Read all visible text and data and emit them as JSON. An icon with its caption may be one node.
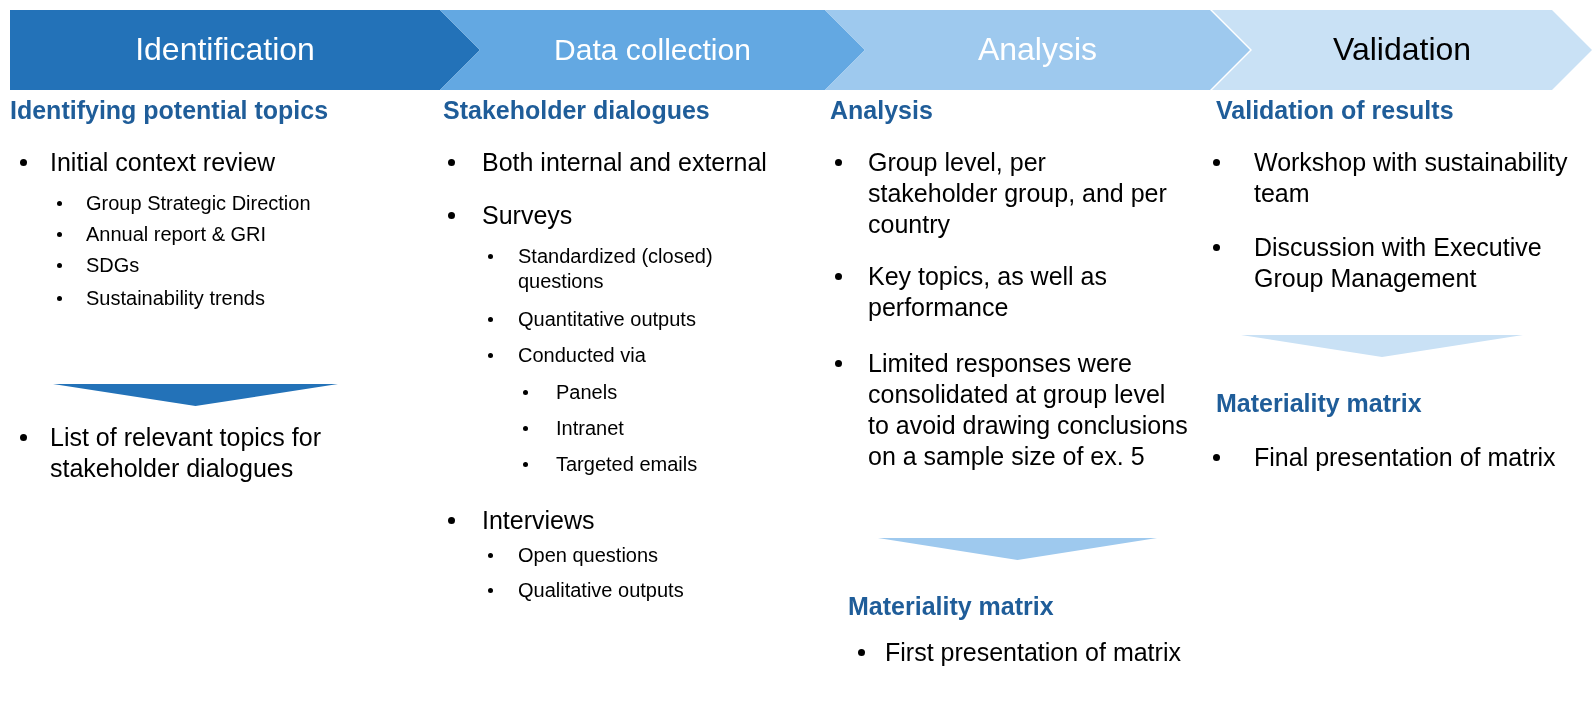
{
  "diagram": {
    "nodes": [
      {
        "text": [
          "Identification"
        ]
      },
      {
        "text": [
          "Data collection"
        ]
      },
      {
        "text": [
          "Analysis"
        ]
      },
      {
        "text": [
          "Validation"
        ]
      }
    ],
    "edges": [],
    "labels": [
      "Identifying potential topics",
      "Initial context review",
      "Group Strategic Direction",
      "Annual report & GRI",
      "SDGs",
      "Sustainability trends",
      "List of relevant topics for stakeholder dialogues",
      "Stakeholder dialogues",
      "Both internal and external",
      "Surveys",
      "Standardized (closed) questions",
      "Quantitative outputs",
      "Conducted via",
      "Panels",
      "Intranet",
      "Targeted emails",
      "Interviews",
      "Open questions",
      "Qualitative outputs",
      "Analysis",
      "Group level, per stakeholder group, and per country",
      "Key topics, as well as performance",
      "Limited responses were consolidated at group level to avoid drawing conclusions on a sample size of ex. 5",
      "Materiality matrix",
      "First presentation of matrix",
      "Validation of results",
      "Workshop with sustainability team",
      "Discussion with Executive Group Management",
      "Materiality matrix",
      "Final presentation of matrix"
    ]
  }
}
